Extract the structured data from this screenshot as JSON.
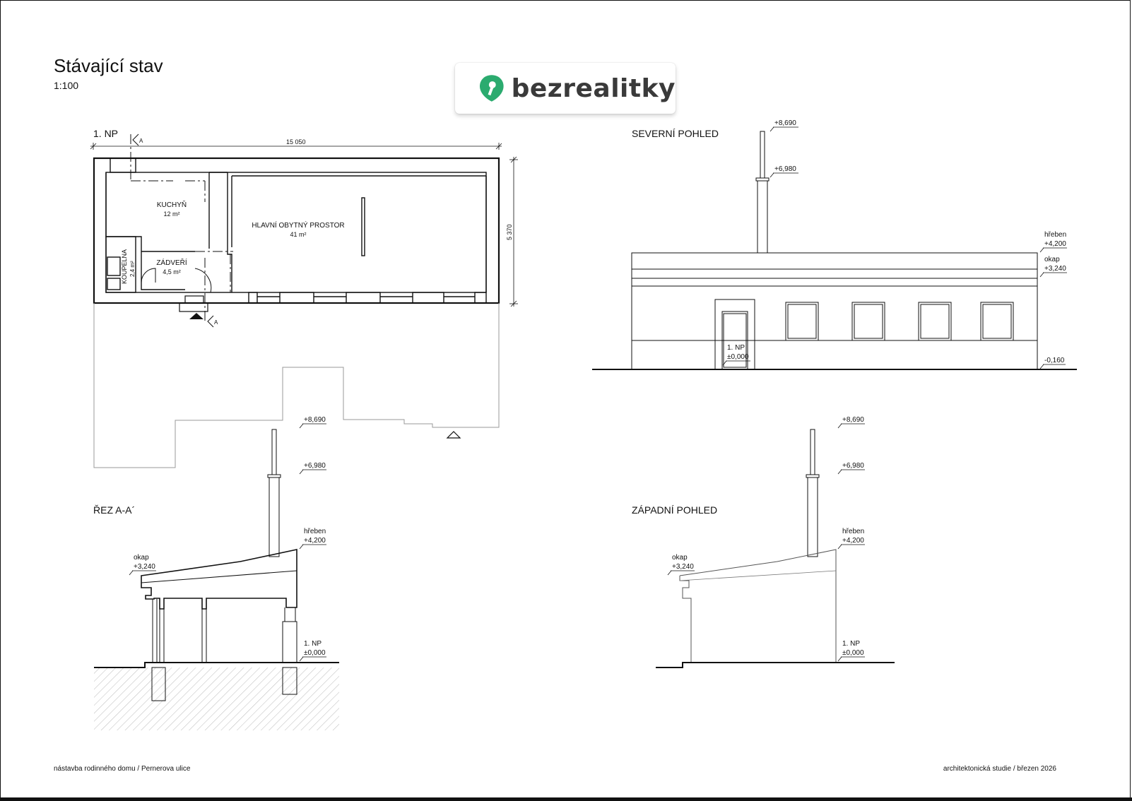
{
  "header": {
    "title": "Stávající stav",
    "scale": "1:100"
  },
  "logo": {
    "text": "bezrealitky",
    "brand_color": "#2bab6f"
  },
  "floor_plan": {
    "label": "1. NP",
    "width_dim": "15 050",
    "depth_dim": "5 370",
    "section_mark": "A",
    "rooms": {
      "kitchen": {
        "name": "KUCHYŇ",
        "area": "12 m²"
      },
      "living": {
        "name": "HLAVNÍ OBYTNÝ PROSTOR",
        "area": "41 m²"
      },
      "hall": {
        "name": "ZÁDVEŘÍ",
        "area": "4,5 m²"
      },
      "bath": {
        "name": "KOUPELNA",
        "area": "2,4 m²"
      }
    }
  },
  "north_view": {
    "label": "SEVERNÍ POHLED",
    "lv_chimney": "+8,690",
    "lv_collar": "+6,980",
    "lv_ridge_label": "hřeben",
    "lv_ridge": "+4,200",
    "lv_eave_label": "okap",
    "lv_eave": "+3,240",
    "lv_floor_label": "1. NP",
    "lv_floor": "±0,000",
    "lv_ground": "-0,160"
  },
  "section": {
    "label": "ŘEZ A-A´",
    "lv_chimney": "+8,690",
    "lv_collar": "+6,980",
    "lv_ridge_label": "hřeben",
    "lv_ridge": "+4,200",
    "lv_eave_label": "okap",
    "lv_eave": "+3,240",
    "lv_floor_label": "1. NP",
    "lv_floor": "±0,000"
  },
  "west_view": {
    "label": "ZÁPADNÍ POHLED",
    "lv_chimney": "+8,690",
    "lv_collar": "+6,980",
    "lv_ridge_label": "hřeben",
    "lv_ridge": "+4,200",
    "lv_eave_label": "okap",
    "lv_eave": "+3,240",
    "lv_floor_label": "1. NP",
    "lv_floor": "±0,000"
  },
  "footer": {
    "left": "nástavba rodinného domu / Pernerova ulice",
    "right": "architektonická studie / březen 2026"
  }
}
